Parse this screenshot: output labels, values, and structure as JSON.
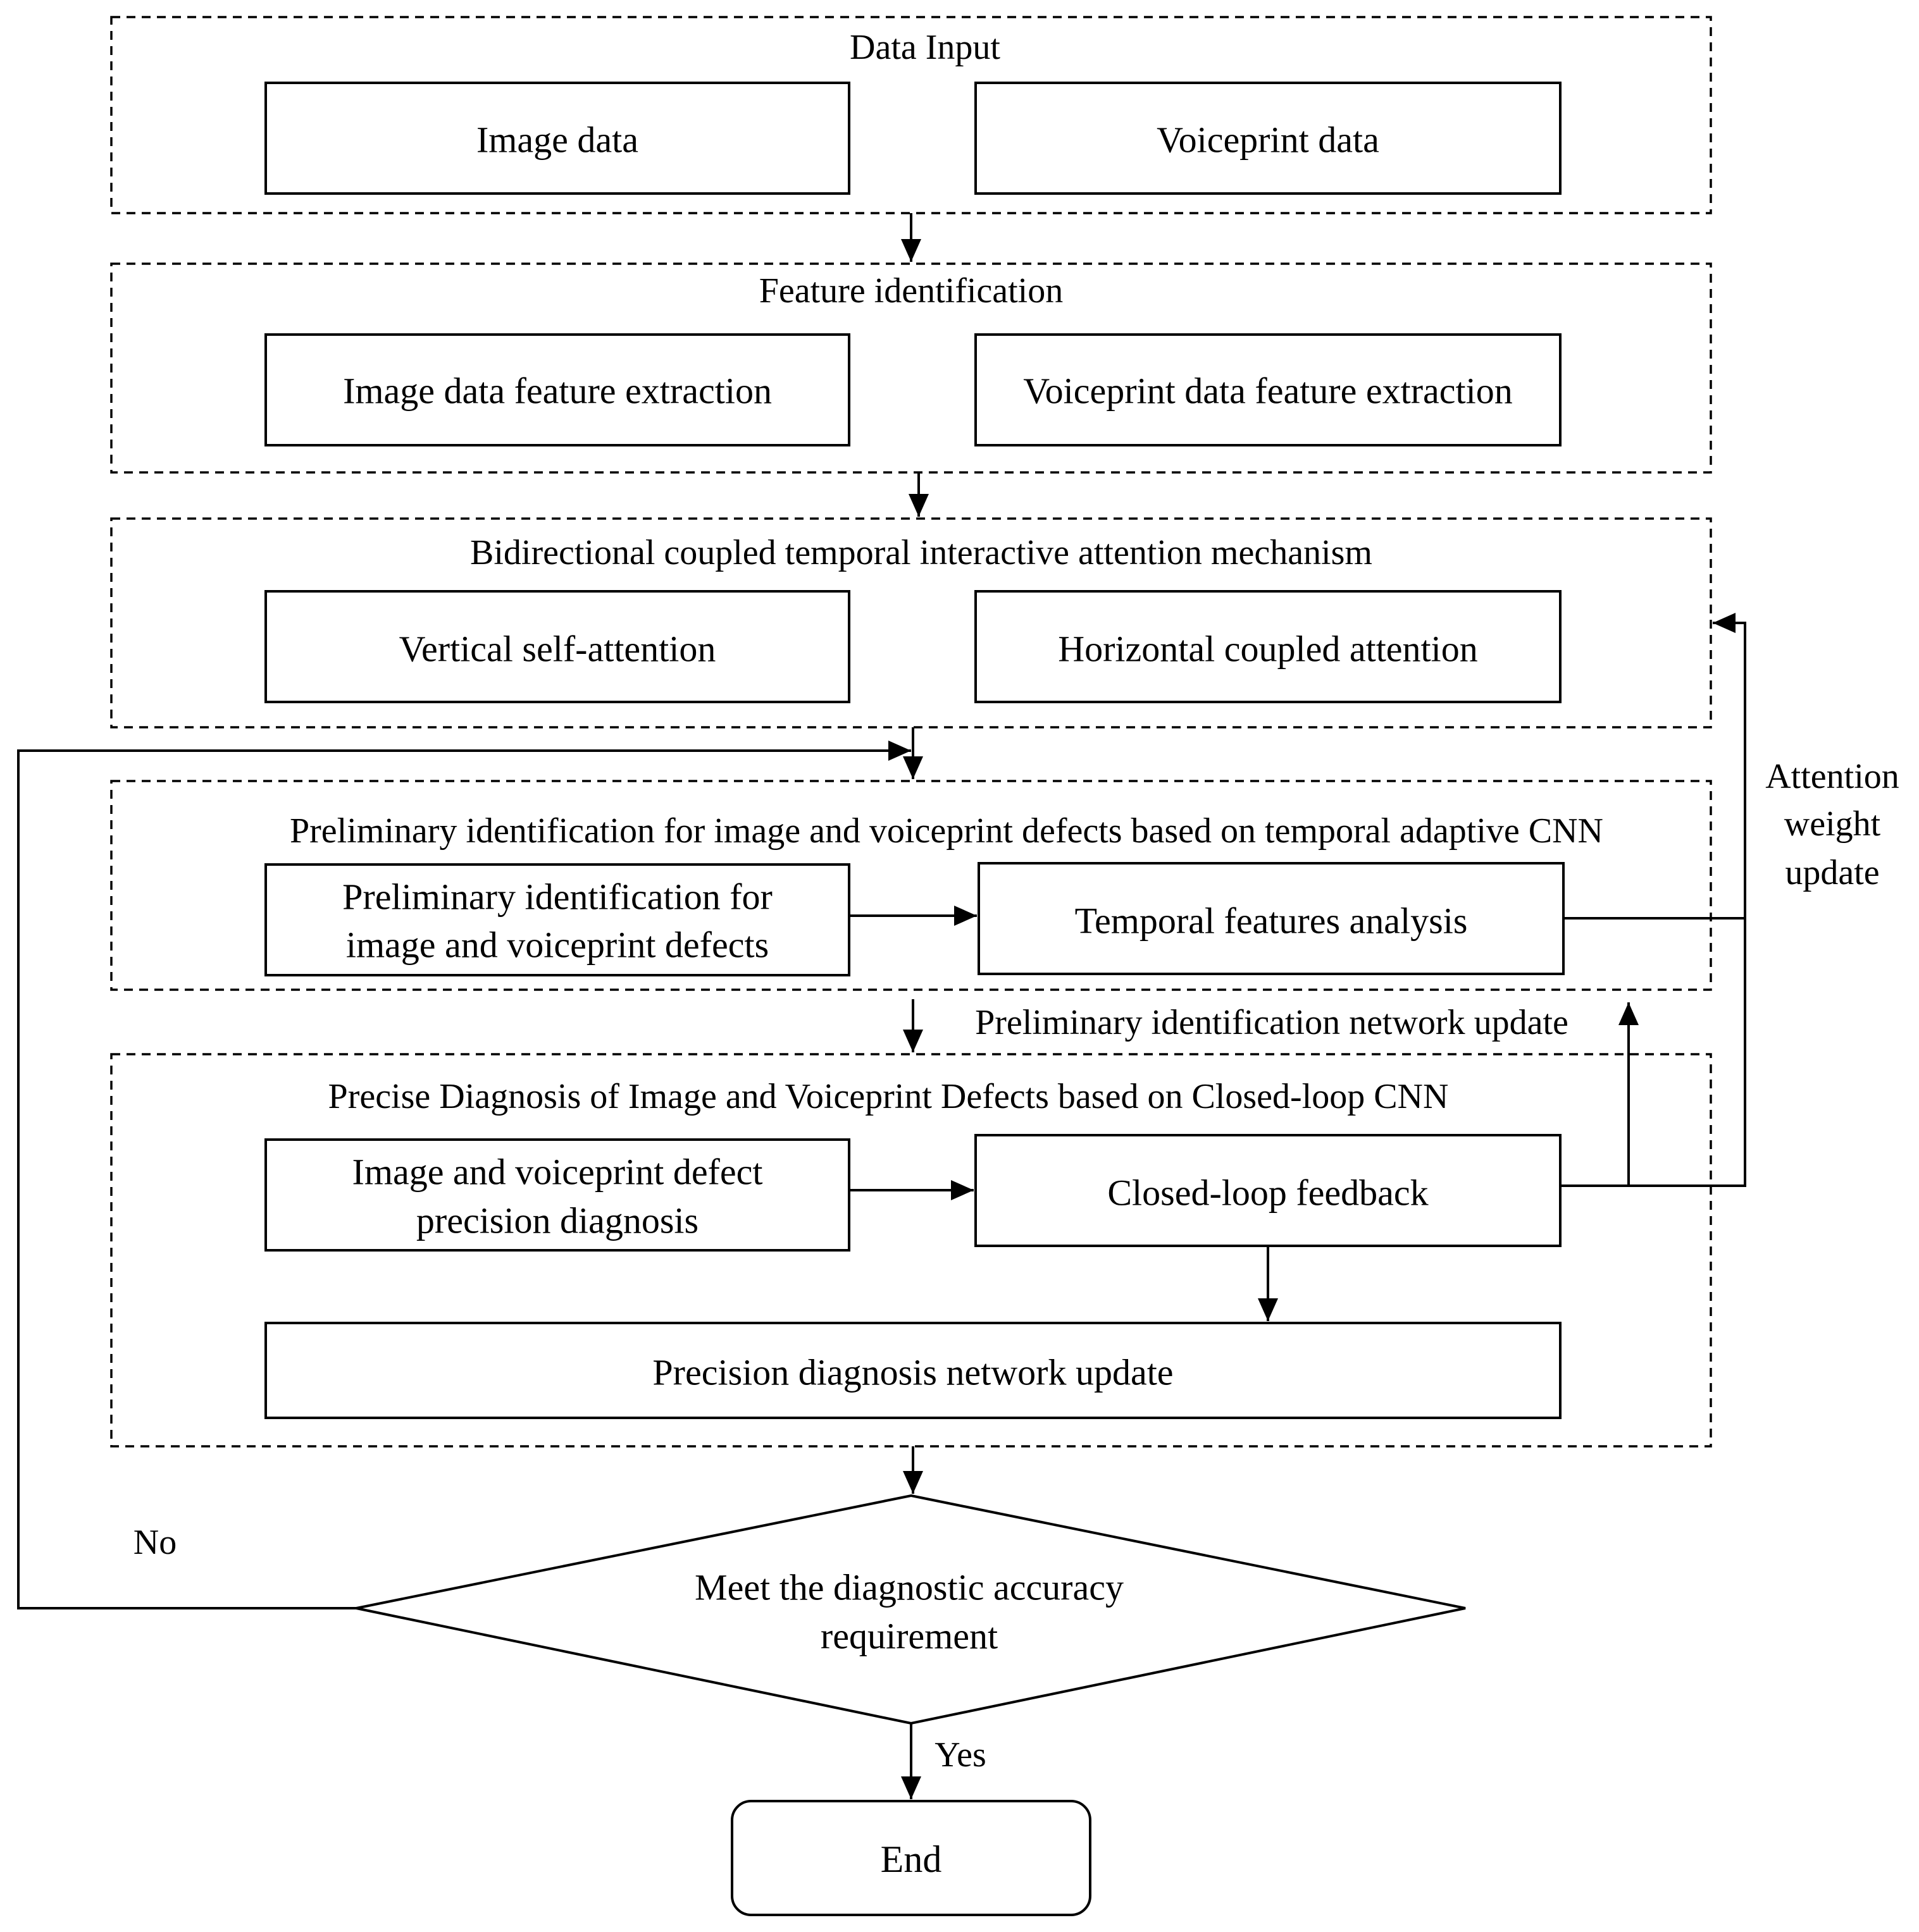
{
  "colors": {
    "stroke": "#000000",
    "background": "#ffffff"
  },
  "groups": {
    "data_input": {
      "title": "Data Input",
      "image_data": "Image data",
      "voiceprint_data": "Voiceprint data"
    },
    "feature_identification": {
      "title": "Feature identification",
      "image_feature": "Image data feature extraction",
      "voiceprint_feature": "Voiceprint data feature extraction"
    },
    "attention": {
      "title": "Bidirectional coupled temporal interactive attention mechanism",
      "vertical": "Vertical self-attention",
      "horizontal": "Horizontal coupled attention"
    },
    "preliminary": {
      "title": "Preliminary identification for image and voiceprint defects based on temporal adaptive CNN",
      "identification": [
        "Preliminary identification for",
        "image and voiceprint defects"
      ],
      "temporal": "Temporal features analysis"
    },
    "precise": {
      "title": "Precise Diagnosis of Image and Voiceprint Defects based on Closed-loop CNN",
      "diagnosis": [
        "Image and voiceprint defect",
        "precision diagnosis"
      ],
      "feedback": "Closed-loop feedback",
      "network_update": "Precision diagnosis network update"
    }
  },
  "labels": {
    "attention_weight_update": [
      "Attention",
      "weight",
      "update"
    ],
    "preliminary_network_update": "Preliminary identification network update",
    "no": "No",
    "yes": "Yes"
  },
  "decision": {
    "text": [
      "Meet the diagnostic accuracy",
      "requirement"
    ]
  },
  "end": {
    "text": "End"
  }
}
